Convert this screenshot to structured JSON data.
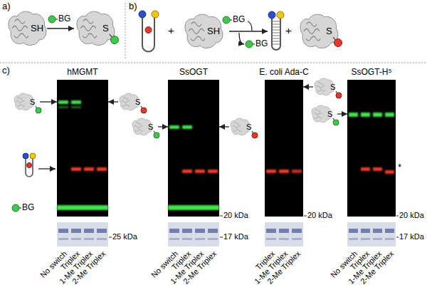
{
  "diagram": {
    "nodes": [
      {
        "text": [
          "SH"
        ]
      },
      {
        "text": [
          "S"
        ]
      },
      {
        "text": [
          "SH"
        ]
      },
      {
        "text": [
          "S"
        ]
      },
      {
        "text": [
          "S"
        ]
      },
      {
        "text": [
          "hMGMT"
        ]
      },
      {
        "text": [
          "S"
        ]
      },
      {
        "text": [
          "S"
        ]
      },
      {
        "text": [
          "SsOGT"
        ]
      },
      {
        "text": [
          "S"
        ]
      },
      {
        "text": [
          "E. coli Ada-C"
        ]
      },
      {
        "text": [
          "S"
        ]
      },
      {
        "text": [
          "S"
        ]
      },
      {
        "text": [
          "SsOGT-H⁵"
        ]
      }
    ],
    "edges": [
      {
        "from": 0,
        "to": 1,
        "arrow": "to",
        "label": "BG"
      },
      {
        "from": 4,
        "to": 5,
        "arrow": "to"
      },
      {
        "from": 6,
        "to": 5,
        "arrow": "to"
      },
      {
        "from": 7,
        "to": 8,
        "arrow": "to"
      },
      {
        "from": 9,
        "to": 8,
        "arrow": "to"
      },
      {
        "from": 11,
        "to": 10,
        "arrow": "to"
      },
      {
        "from": 12,
        "to": 13,
        "arrow": "to"
      }
    ],
    "labels": [
      "a)",
      "b)",
      "+",
      "BG",
      "BG",
      "+",
      "c)",
      "BG",
      "No switch",
      "Triplex",
      "1-Me Triplex",
      "2-Me Triplex",
      "25 kDa",
      "No switch",
      "Triplex",
      "1-Me Triplex",
      "2-Me Triplex",
      "20 kDa",
      "17 kDa",
      "Triplex",
      "1-Me Triplex",
      "2-Me Triplex",
      "20 kDa",
      "No switch",
      "Triplex",
      "1-Me Triplex",
      "2-Me Triplex",
      "*",
      "20 kDa",
      "17 kDa"
    ]
  }
}
